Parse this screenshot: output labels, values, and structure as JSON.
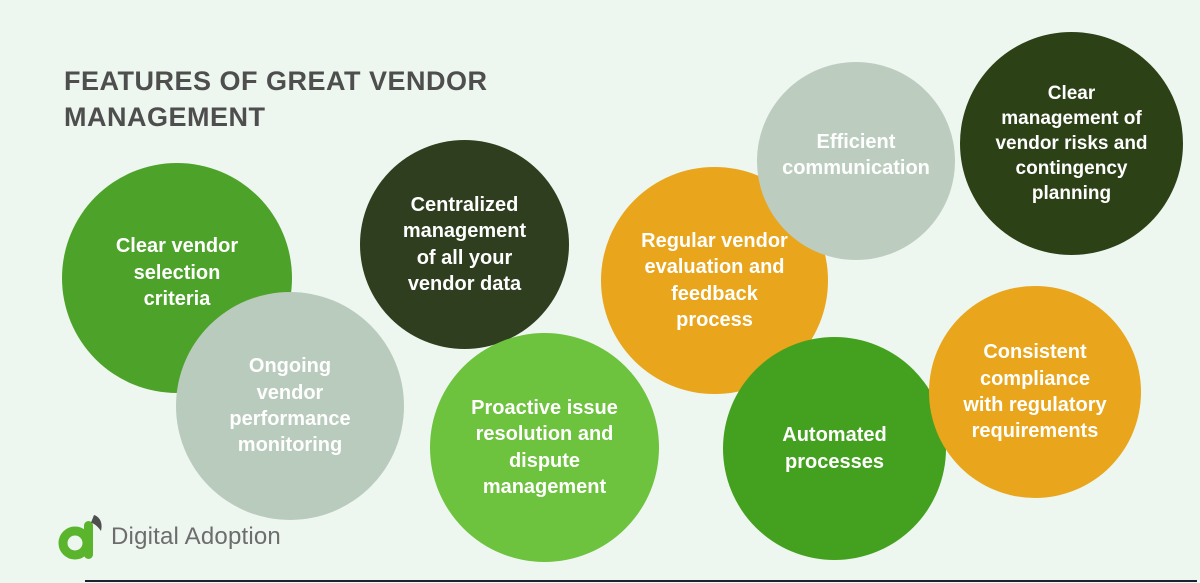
{
  "page": {
    "background_color": "#edf6ef"
  },
  "title": {
    "text": "FEATURES OF GREAT VENDOR\nMANAGEMENT",
    "color": "#4e4e4e"
  },
  "bubbles": [
    {
      "name": "clear-vendor-selection-criteria",
      "label": "Clear vendor\nselection\ncriteria",
      "color": "#4da32a",
      "text_color": "#ffffff"
    },
    {
      "name": "ongoing-vendor-performance-monitoring",
      "label": "Ongoing\nvendor\nperformance\nmonitoring",
      "color": "#b9cbbd",
      "text_color": "#ffffff"
    },
    {
      "name": "centralized-management-vendor-data",
      "label": "Centralized\nmanagement\nof all your\nvendor data",
      "color": "#2e3e1e",
      "text_color": "#ffffff"
    },
    {
      "name": "proactive-issue-resolution",
      "label": "Proactive issue\nresolution and\ndispute\nmanagement",
      "color": "#6dc23e",
      "text_color": "#ffffff"
    },
    {
      "name": "regular-vendor-evaluation",
      "label": "Regular vendor\nevaluation and\nfeedback\nprocess",
      "color": "#e9a51c",
      "text_color": "#ffffff"
    },
    {
      "name": "efficient-communication",
      "label": "Efficient\ncommunication",
      "color": "#bccdc0",
      "text_color": "#ffffff"
    },
    {
      "name": "clear-management-vendor-risks",
      "label": "Clear\nmanagement of\nvendor risks and\ncontingency\nplanning",
      "color": "#2d4117",
      "text_color": "#ffffff"
    },
    {
      "name": "automated-processes",
      "label": "Automated\nprocesses",
      "color": "#44a11f",
      "text_color": "#ffffff"
    },
    {
      "name": "consistent-compliance",
      "label": "Consistent\ncompliance\nwith regulatory\nrequirements",
      "color": "#e9a51c",
      "text_color": "#ffffff"
    }
  ],
  "logo": {
    "text": "Digital Adoption",
    "text_color": "#6d6d6d",
    "mark_green": "#5ab42c",
    "mark_dark": "#4f4f4f"
  },
  "footer_rule": {
    "color": "#18242f"
  }
}
